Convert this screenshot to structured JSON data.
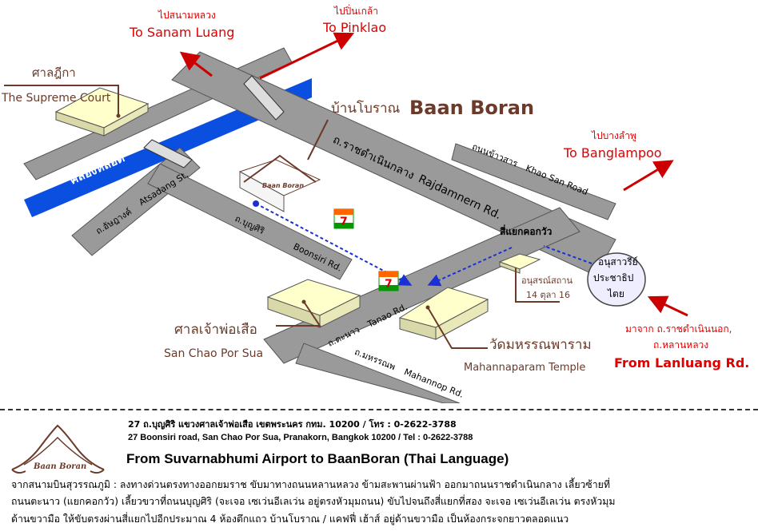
{
  "map": {
    "to_sanam_luang_th": "ไปสนามหลวง",
    "to_sanam_luang_en": "To Sanam Luang",
    "to_pinklao_th": "ไปปิ่นเกล้า",
    "to_pinklao_en": "To Pinklao",
    "supreme_court_th": "ศาลฎีกา",
    "supreme_court_en": "The Supreme Court",
    "baan_boran_th": "บ้านโบราณ",
    "baan_boran_en": "Baan Boran",
    "to_banglampoo_th": "ไปบางลำพู",
    "to_banglampoo_en": "To Banglampoo",
    "khlong_lot": "คลองหลอด",
    "ratchadamnoen_th": "ถ.ราชดำเนินกลาง",
    "ratchadamnoen_en": "Rajdamnern Rd.",
    "khao_san_th": "ถนนข้าวสาร",
    "khao_san_en": "Khao San Road",
    "atsadang_th": "ถ.อัษฎางค์",
    "atsadang_en": "Atsadang St.",
    "boonsiri_th": "ถ.บุญศิริ",
    "boonsiri_en": "Boonsiri Rd.",
    "kok_wua_th": "สี่แยกคอกวัว",
    "monument_th": "อนุสรณ์สถาน",
    "monument_date": "14 ตุลา 16",
    "democracy_line1": "อนุสาวรีย์",
    "democracy_line2": "ประชาธิป",
    "democracy_line3": "ไตย",
    "san_chao_th": "ศาลเจ้าพ่อเสือ",
    "san_chao_en": "San Chao Por Sua",
    "tanao_th": "ถ.ตะนาว",
    "tanao_en": "Tanao Rd.",
    "mahannop_th": "ถ.มหรรณพ",
    "mahannop_en": "Mahannop Rd.",
    "wat_th": "วัดมหรรณพาราม",
    "wat_en": "Mahannaparam Temple",
    "from_lanluang_th1": "มาจาก ถ.ราชดำเนินนอก,",
    "from_lanluang_th2": "ถ.หลานหลวง",
    "from_lanluang_en": "From Lanluang Rd.",
    "shop_sign": "Baan Boran",
    "seven_eleven": "7"
  },
  "footer": {
    "address_th": "27 ถ.บุญศิริ แขวงศาลเจ้าพ่อเสือ เขตพระนคร กทม. 10200 / โทร : 0-2622-3788",
    "address_en": "27 Boonsiri road, San Chao Por Sua, Pranakorn, Bangkok 10200 / Tel : 0-2622-3788",
    "logo_text": "Baan Boran",
    "title": "From Suvarnabhumi Airport to BaanBoran (Thai Language)",
    "desc_line1": "จากสนามบินสุวรรณภูมิ : ลงทางด่วนตรงทางออกยมราช ขับมาทางถนนหลานหลวง ข้ามสะพานผ่านฟ้า ออกมาถนนราชดำเนินกลาง เลี้ยวซ้ายที่",
    "desc_line2": "ถนนตะนาว (แยกคอกวัว)  เลี้ยวขวาที่ถนนบุญศิริ (จะเจอ เซเว่นอีเลเว่น อยู่ตรงหัวมุมถนน) ขับไปจนถึงสี่แยกที่สอง จะเจอ เซเว่นอีเลเว่น ตรงหัวมุม",
    "desc_line3": "ด้านขวามือ ให้ขับตรงผ่านสี่แยกไปอีกประมาณ 4 ห้องตึกแถว บ้านโบราณ / แคฟฟี่ เฮ้าส์ อยู่ด้านขวามือ เป็นห้องกระจกยาวตลอดแนว"
  },
  "colors": {
    "road": "#9a9a9a",
    "road_stroke": "#555555",
    "building_top": "#ffffcc",
    "building_side": "#d8d8a8",
    "canal": "#0b4fe0",
    "red": "#e00000",
    "brown": "#6b3a2a",
    "route": "#1a2fd6"
  }
}
